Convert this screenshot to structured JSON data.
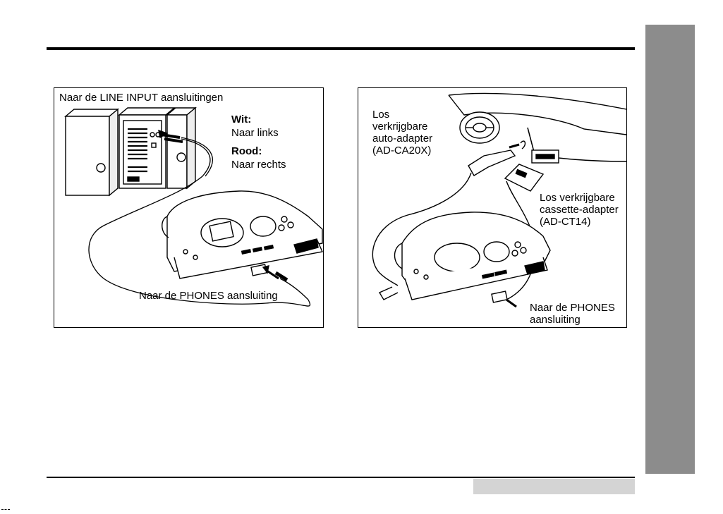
{
  "figure_left": {
    "line_input_label": "Naar de LINE INPUT aansluitingen",
    "white_title": "Wit:",
    "white_text": "Naar links",
    "red_title": "Rood:",
    "red_text": "Naar rechts",
    "phones_label": "Naar de PHONES aansluiting"
  },
  "figure_right": {
    "car_adapter_lines": [
      "Los",
      "verkrijgbare",
      "auto-adapter",
      "(AD-CA20X)"
    ],
    "cassette_adapter_lines": [
      "Los verkrijgbare",
      "cassette-adapter",
      "(AD-CT14)"
    ],
    "phones_lines": [
      "Naar de PHONES",
      "aansluiting"
    ]
  },
  "colors": {
    "side_tab": "#8c8c8c",
    "footer_box": "#d4d4d4",
    "rule": "#000000"
  }
}
